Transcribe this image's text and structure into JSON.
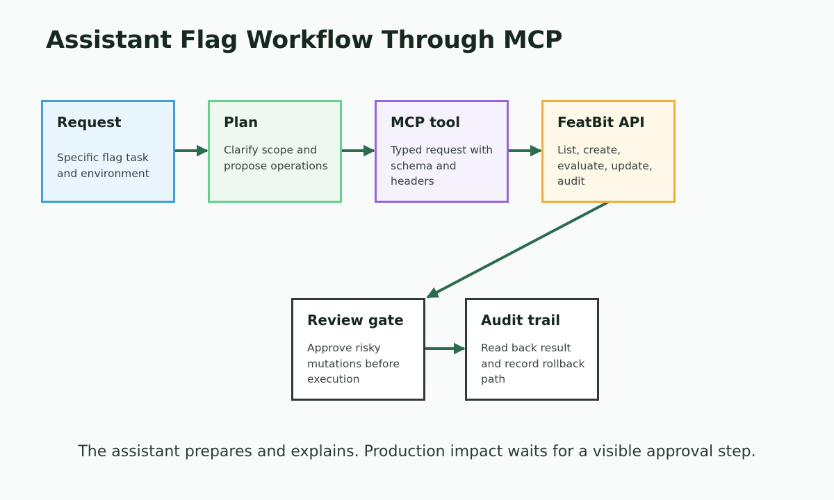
{
  "title": "Assistant Flag Workflow Through MCP",
  "nodes": [
    {
      "id": "request",
      "title": "Request",
      "body": "Specific flag task and environment",
      "border": "#3d9fd6",
      "fill": "#eaf6fd"
    },
    {
      "id": "plan",
      "title": "Plan",
      "body": "Clarify scope and propose operations",
      "border": "#62d08e",
      "fill": "#eff8f0"
    },
    {
      "id": "mcp-tool",
      "title": "MCP tool",
      "body": "Typed request with schema and headers",
      "border": "#9466de",
      "fill": "#f5f1fd"
    },
    {
      "id": "featbit-api",
      "title": "FeatBit API",
      "body": "List, create, evaluate, update, audit",
      "border": "#f1ac3c",
      "fill": "#fef8e9"
    },
    {
      "id": "review-gate",
      "title": "Review gate",
      "body": "Approve risky mutations before execution",
      "border": "#2e3a36",
      "fill": "#ffffff"
    },
    {
      "id": "audit-trail",
      "title": "Audit trail",
      "body": "Read back result and record rollback path",
      "border": "#2e3a36",
      "fill": "#ffffff"
    }
  ],
  "edges": [
    {
      "from": "request",
      "to": "plan"
    },
    {
      "from": "plan",
      "to": "mcp-tool"
    },
    {
      "from": "mcp-tool",
      "to": "featbit-api"
    },
    {
      "from": "featbit-api",
      "to": "review-gate"
    },
    {
      "from": "review-gate",
      "to": "audit-trail"
    }
  ],
  "arrow_color": "#2e6b4e",
  "caption": "The assistant prepares and explains. Production impact waits for a visible approval step."
}
